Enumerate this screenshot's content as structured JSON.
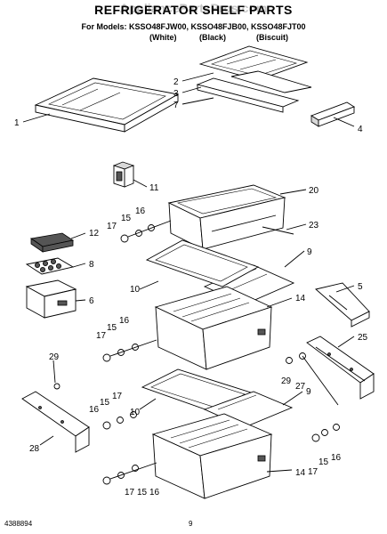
{
  "header": {
    "title": "REFRIGERATOR SHELF PARTS",
    "watermark": "AppliancePartsPros.com",
    "models_line": "For Models: KSSO48FJW00, KSSO48FJB00, KSSO48FJT00",
    "colors": [
      "(White)",
      "(Black)",
      "(Biscuit)"
    ]
  },
  "callouts": [
    "1",
    "2",
    "3",
    "7",
    "4",
    "11",
    "20",
    "17",
    "15",
    "16",
    "23",
    "12",
    "9",
    "8",
    "10",
    "5",
    "14",
    "6",
    "17",
    "15",
    "16",
    "25",
    "29",
    "27",
    "29",
    "16",
    "15",
    "17",
    "9",
    "28",
    "10",
    "17",
    "15",
    "16",
    "14",
    "17",
    "15",
    "16"
  ],
  "footer": {
    "doc_code": "4388894",
    "page": "9"
  }
}
